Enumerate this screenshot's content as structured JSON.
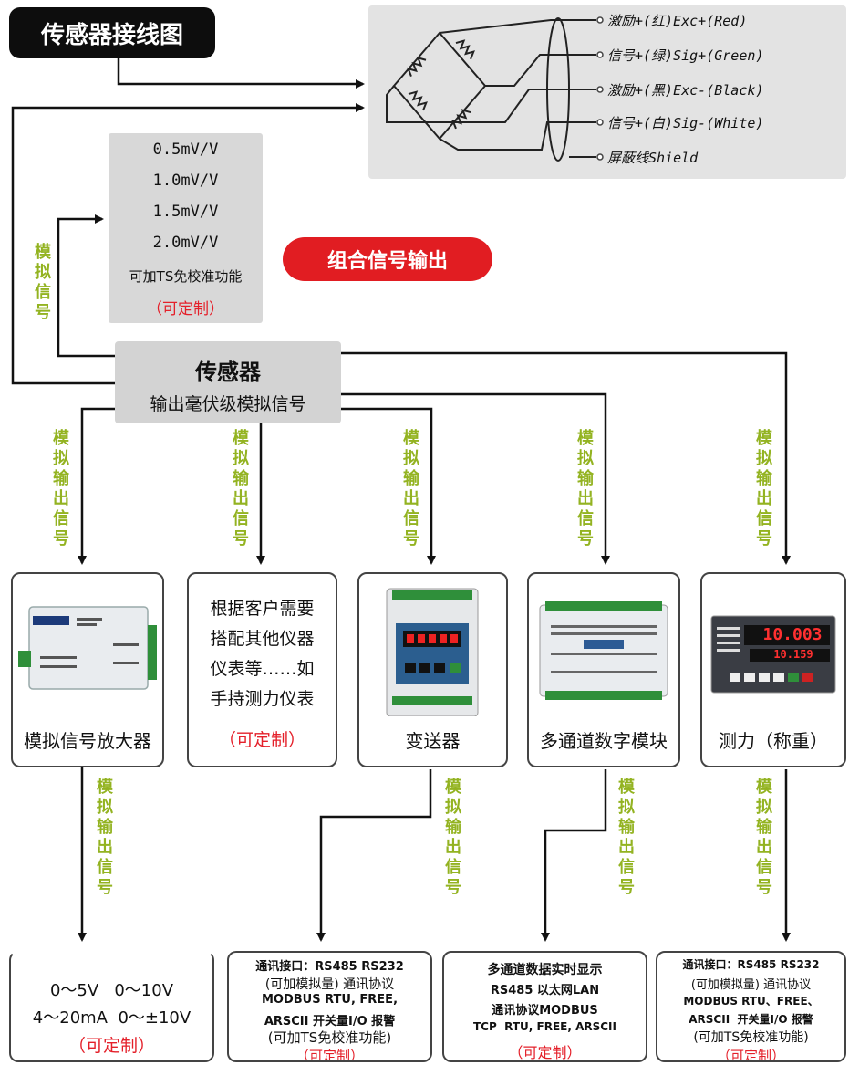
{
  "title": "传感器接线图",
  "wiring": {
    "labels": [
      "激励+(红)Exc+(Red)",
      "信号+(绿)Sig+(Green)",
      "激励+(黑)Exc-(Black)",
      "信号+(白)Sig-(White)",
      "屏蔽线Shield"
    ]
  },
  "mv_box": {
    "options": [
      "0.5mV/V",
      "1.0mV/V",
      "1.5mV/V",
      "2.0mV/V"
    ],
    "note": "可加TS免校准功能",
    "custom": "（可定制）"
  },
  "combo_label": "组合信号输出",
  "sensor": {
    "title": "传感器",
    "subtitle": "输出毫伏级模拟信号"
  },
  "side_label": "模拟信号",
  "branch_label": "模拟输出信号",
  "devices": [
    {
      "name": "模拟信号放大器"
    },
    {
      "lines": [
        "根据客户需要",
        "搭配其他仪器",
        "仪表等……如",
        "手持测力仪表"
      ],
      "custom": "（可定制）"
    },
    {
      "name": "变送器"
    },
    {
      "name": "多通道数字模块"
    },
    {
      "name": "测力（称重）"
    }
  ],
  "outputs": [
    {
      "lines": [
        "0～5V   0～10V",
        "4～20mA  0～±10V"
      ],
      "custom": "（可定制）"
    },
    {
      "lines": [
        "通讯接口：RS485 RS232",
        "(可加模拟量) 通讯协议",
        "MODBUS RTU, FREE,",
        "ARSCII 开关量I/O 报警",
        "(可加TS免校准功能)"
      ],
      "custom": "（可定制）"
    },
    {
      "lines": [
        "多通道数据实时显示",
        "RS485 以太网LAN",
        "通讯协议MODBUS",
        "TCP  RTU, FREE, ARSCII"
      ],
      "custom": "（可定制）"
    },
    {
      "lines": [
        "通讯接口：RS485 RS232",
        "(可加模拟量) 通讯协议",
        "MODBUS RTU、FREE、",
        "ARSCII  开关量I/O 报警",
        "(可加TS免校准功能)"
      ],
      "custom": "（可定制）"
    }
  ],
  "display_reading": {
    "top": "10.003",
    "bottom": "10.159"
  },
  "colors": {
    "accent_red": "#e11d22",
    "label_green": "#93b321",
    "panel_gray": "#d3d3d3"
  }
}
